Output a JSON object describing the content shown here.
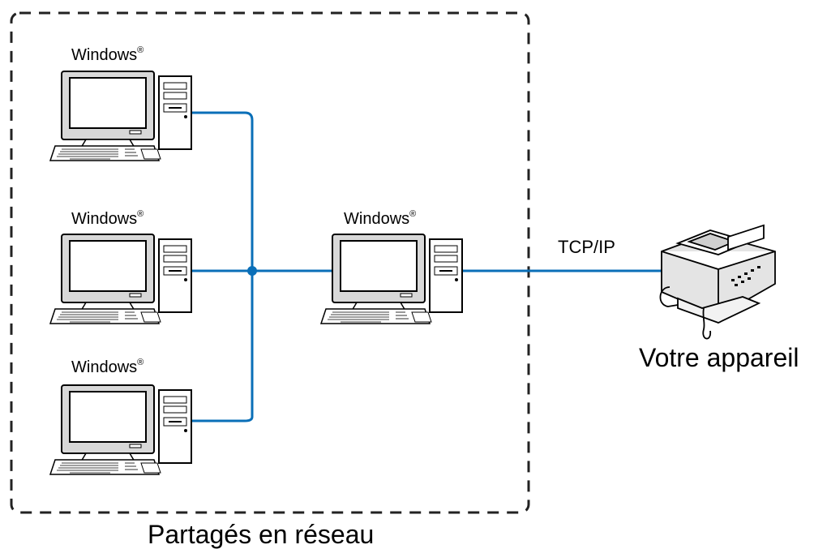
{
  "diagram": {
    "group_label": "Partagés en réseau",
    "device_label": "Votre appareil",
    "protocol_label": "TCP/IP",
    "computers": [
      {
        "label": "Windows",
        "mark": "®"
      },
      {
        "label": "Windows",
        "mark": "®"
      },
      {
        "label": "Windows",
        "mark": "®"
      },
      {
        "label": "Windows",
        "mark": "®"
      }
    ],
    "colors": {
      "network_line": "#0a6fb8",
      "boundary": "#222222",
      "monitor_bezel": "#d8d8d8",
      "screen": "#ffffff",
      "outline": "#000000"
    },
    "icons": [
      "desktop-computer-icon",
      "multifunction-printer-icon"
    ]
  }
}
